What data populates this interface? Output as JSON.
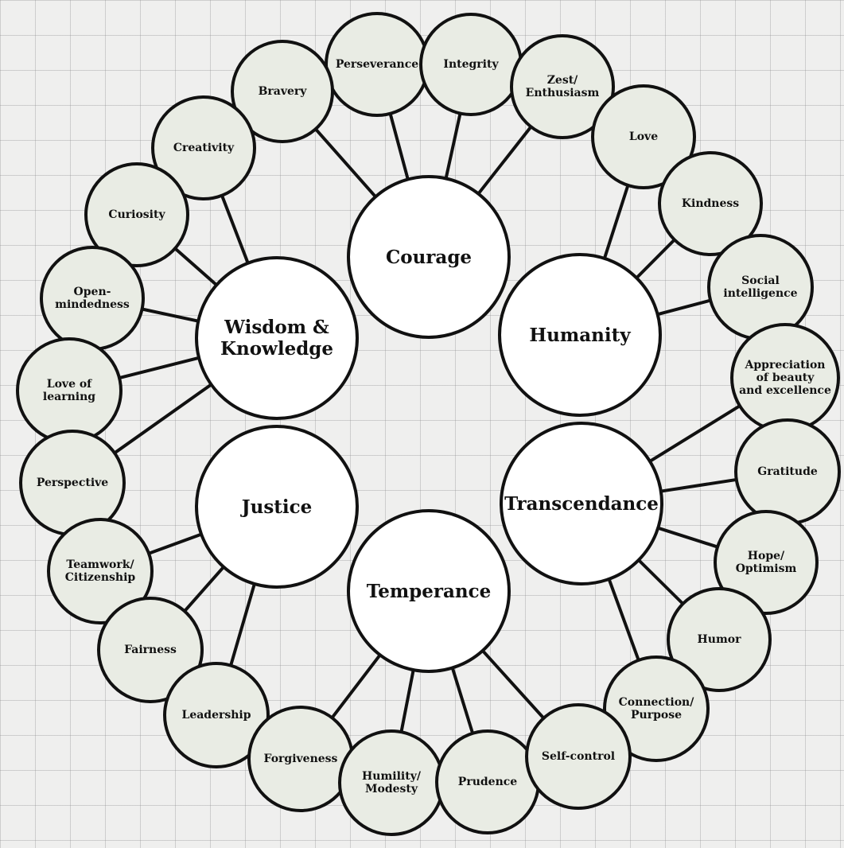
{
  "colors": {
    "background": "#efefee",
    "grid": "#b8b8b8",
    "stroke": "#111111",
    "category_fill": "#ffffff",
    "virtue_fill": "#e9ece4"
  },
  "categories": [
    {
      "id": "courage",
      "label": "Courage"
    },
    {
      "id": "humanity",
      "label": "Humanity"
    },
    {
      "id": "wisdom",
      "label": "Wisdom &\nKnowledge"
    },
    {
      "id": "justice",
      "label": "Justice"
    },
    {
      "id": "transcendance",
      "label": "Transcendance"
    },
    {
      "id": "temperance",
      "label": "Temperance"
    }
  ],
  "virtues": [
    {
      "label": "Perseverance",
      "category": "courage"
    },
    {
      "label": "Integrity",
      "category": "courage"
    },
    {
      "label": "Zest/\nEnthusiasm",
      "category": "courage"
    },
    {
      "label": "Bravery",
      "category": "courage"
    },
    {
      "label": "Love",
      "category": "humanity"
    },
    {
      "label": "Kindness",
      "category": "humanity"
    },
    {
      "label": "Social\nintelligence",
      "category": "humanity"
    },
    {
      "label": "Creativity",
      "category": "wisdom"
    },
    {
      "label": "Curiosity",
      "category": "wisdom"
    },
    {
      "label": "Open-\nmindedness",
      "category": "wisdom"
    },
    {
      "label": "Love of\nlearning",
      "category": "wisdom"
    },
    {
      "label": "Perspective",
      "category": "wisdom"
    },
    {
      "label": "Appreciation\nof beauty\nand excellence",
      "category": "transcendance"
    },
    {
      "label": "Gratitude",
      "category": "transcendance"
    },
    {
      "label": "Hope/\nOptimism",
      "category": "transcendance"
    },
    {
      "label": "Humor",
      "category": "transcendance"
    },
    {
      "label": "Connection/\nPurpose",
      "category": "transcendance"
    },
    {
      "label": "Teamwork/\nCitizenship",
      "category": "justice"
    },
    {
      "label": "Fairness",
      "category": "justice"
    },
    {
      "label": "Leadership",
      "category": "justice"
    },
    {
      "label": "Forgiveness",
      "category": "temperance"
    },
    {
      "label": "Humility/\nModesty",
      "category": "temperance"
    },
    {
      "label": "Prudence",
      "category": "temperance"
    },
    {
      "label": "Self-control",
      "category": "temperance"
    }
  ]
}
